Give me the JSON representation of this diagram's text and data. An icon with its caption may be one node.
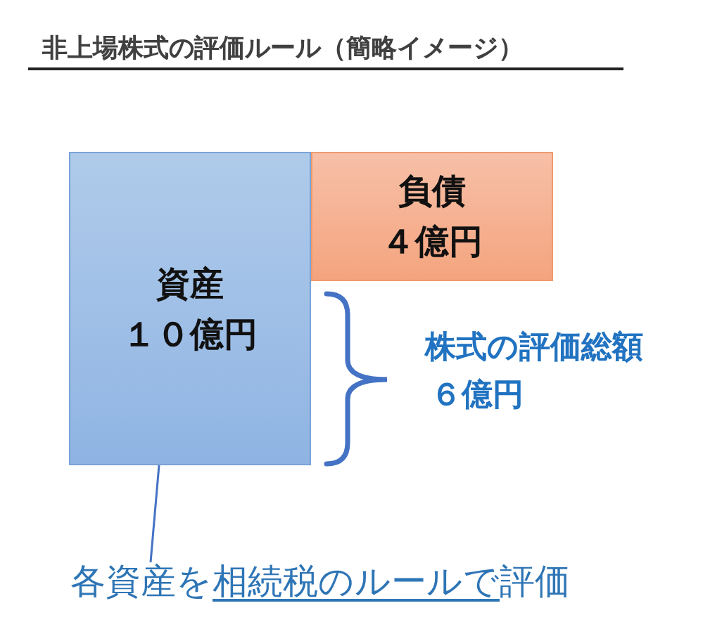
{
  "diagram": {
    "title": "非上場株式の評価ルール（簡略イメージ）",
    "nodes": [
      {
        "text": [
          "資産",
          "１０億円"
        ]
      },
      {
        "text": [
          "負債",
          "４億円"
        ]
      },
      {
        "text": [
          "各資産を相続税のルールで評価"
        ]
      }
    ],
    "edges": [
      {
        "from": 2,
        "to": 0,
        "arrow": "none"
      }
    ],
    "labels": [
      "株式の評価総額",
      "６億円"
    ]
  }
}
